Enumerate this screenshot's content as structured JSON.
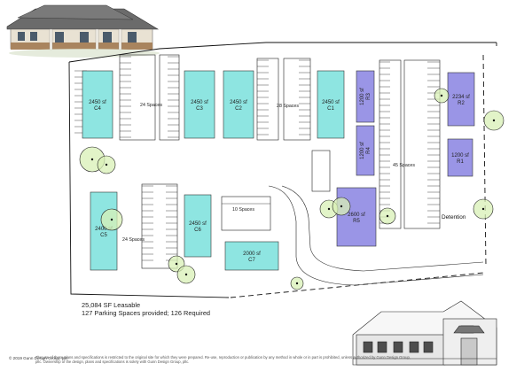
{
  "colors": {
    "cyan_unit": "#8ee5e1",
    "purple_unit": "#9a95e6",
    "tree_fill": "#d8f0b5",
    "tree_stroke": "#222222",
    "line": "#111111"
  },
  "units": [
    {
      "id": "C4",
      "area": "2450 sf",
      "code": "C4",
      "color": "cyan"
    },
    {
      "id": "C3",
      "area": "2450 sf",
      "code": "C3",
      "color": "cyan"
    },
    {
      "id": "C2",
      "area": "2450 sf",
      "code": "C2",
      "color": "cyan"
    },
    {
      "id": "C1",
      "area": "2450 sf",
      "code": "C1",
      "color": "cyan"
    },
    {
      "id": "R3",
      "area": "1200 sf",
      "code": "R3",
      "color": "purple"
    },
    {
      "id": "R4",
      "area": "1200 sf",
      "code": "R4",
      "color": "purple"
    },
    {
      "id": "R2",
      "area": "2234 sf",
      "code": "R2",
      "color": "purple"
    },
    {
      "id": "R1",
      "area": "1200 sf",
      "code": "R1",
      "color": "purple"
    },
    {
      "id": "R5",
      "area": "2600 sf",
      "code": "R5",
      "color": "purple"
    },
    {
      "id": "C5",
      "area": "2400 sf",
      "code": "C5",
      "color": "cyan"
    },
    {
      "id": "C6",
      "area": "2450 sf",
      "code": "C6",
      "color": "cyan"
    },
    {
      "id": "C7",
      "area": "2000 sf",
      "code": "C7",
      "color": "cyan"
    }
  ],
  "parking_labels": {
    "top_left": "24 Spaces",
    "top_middle": "28 Spaces",
    "right": "45 Spaces",
    "center": "10 Spaces",
    "bottom_left": "24 Spaces"
  },
  "detention_label": "Detention",
  "stats": {
    "leasable": "25,084 SF Leasable",
    "parking": "127 Parking Spaces provided; 126 Required"
  },
  "copyright": "© 2019 Gunn Design Group, pllc",
  "footer_note": "The use of these plans and specifications is restricted to the original site for which they were prepared. Re-use, reproduction or publication by any method in whole or in part is prohibited, unless authorized by Gunn Design Group, pllc. Ownership of the design, plans and specifications is solely with Gunn Design Group, pllc."
}
